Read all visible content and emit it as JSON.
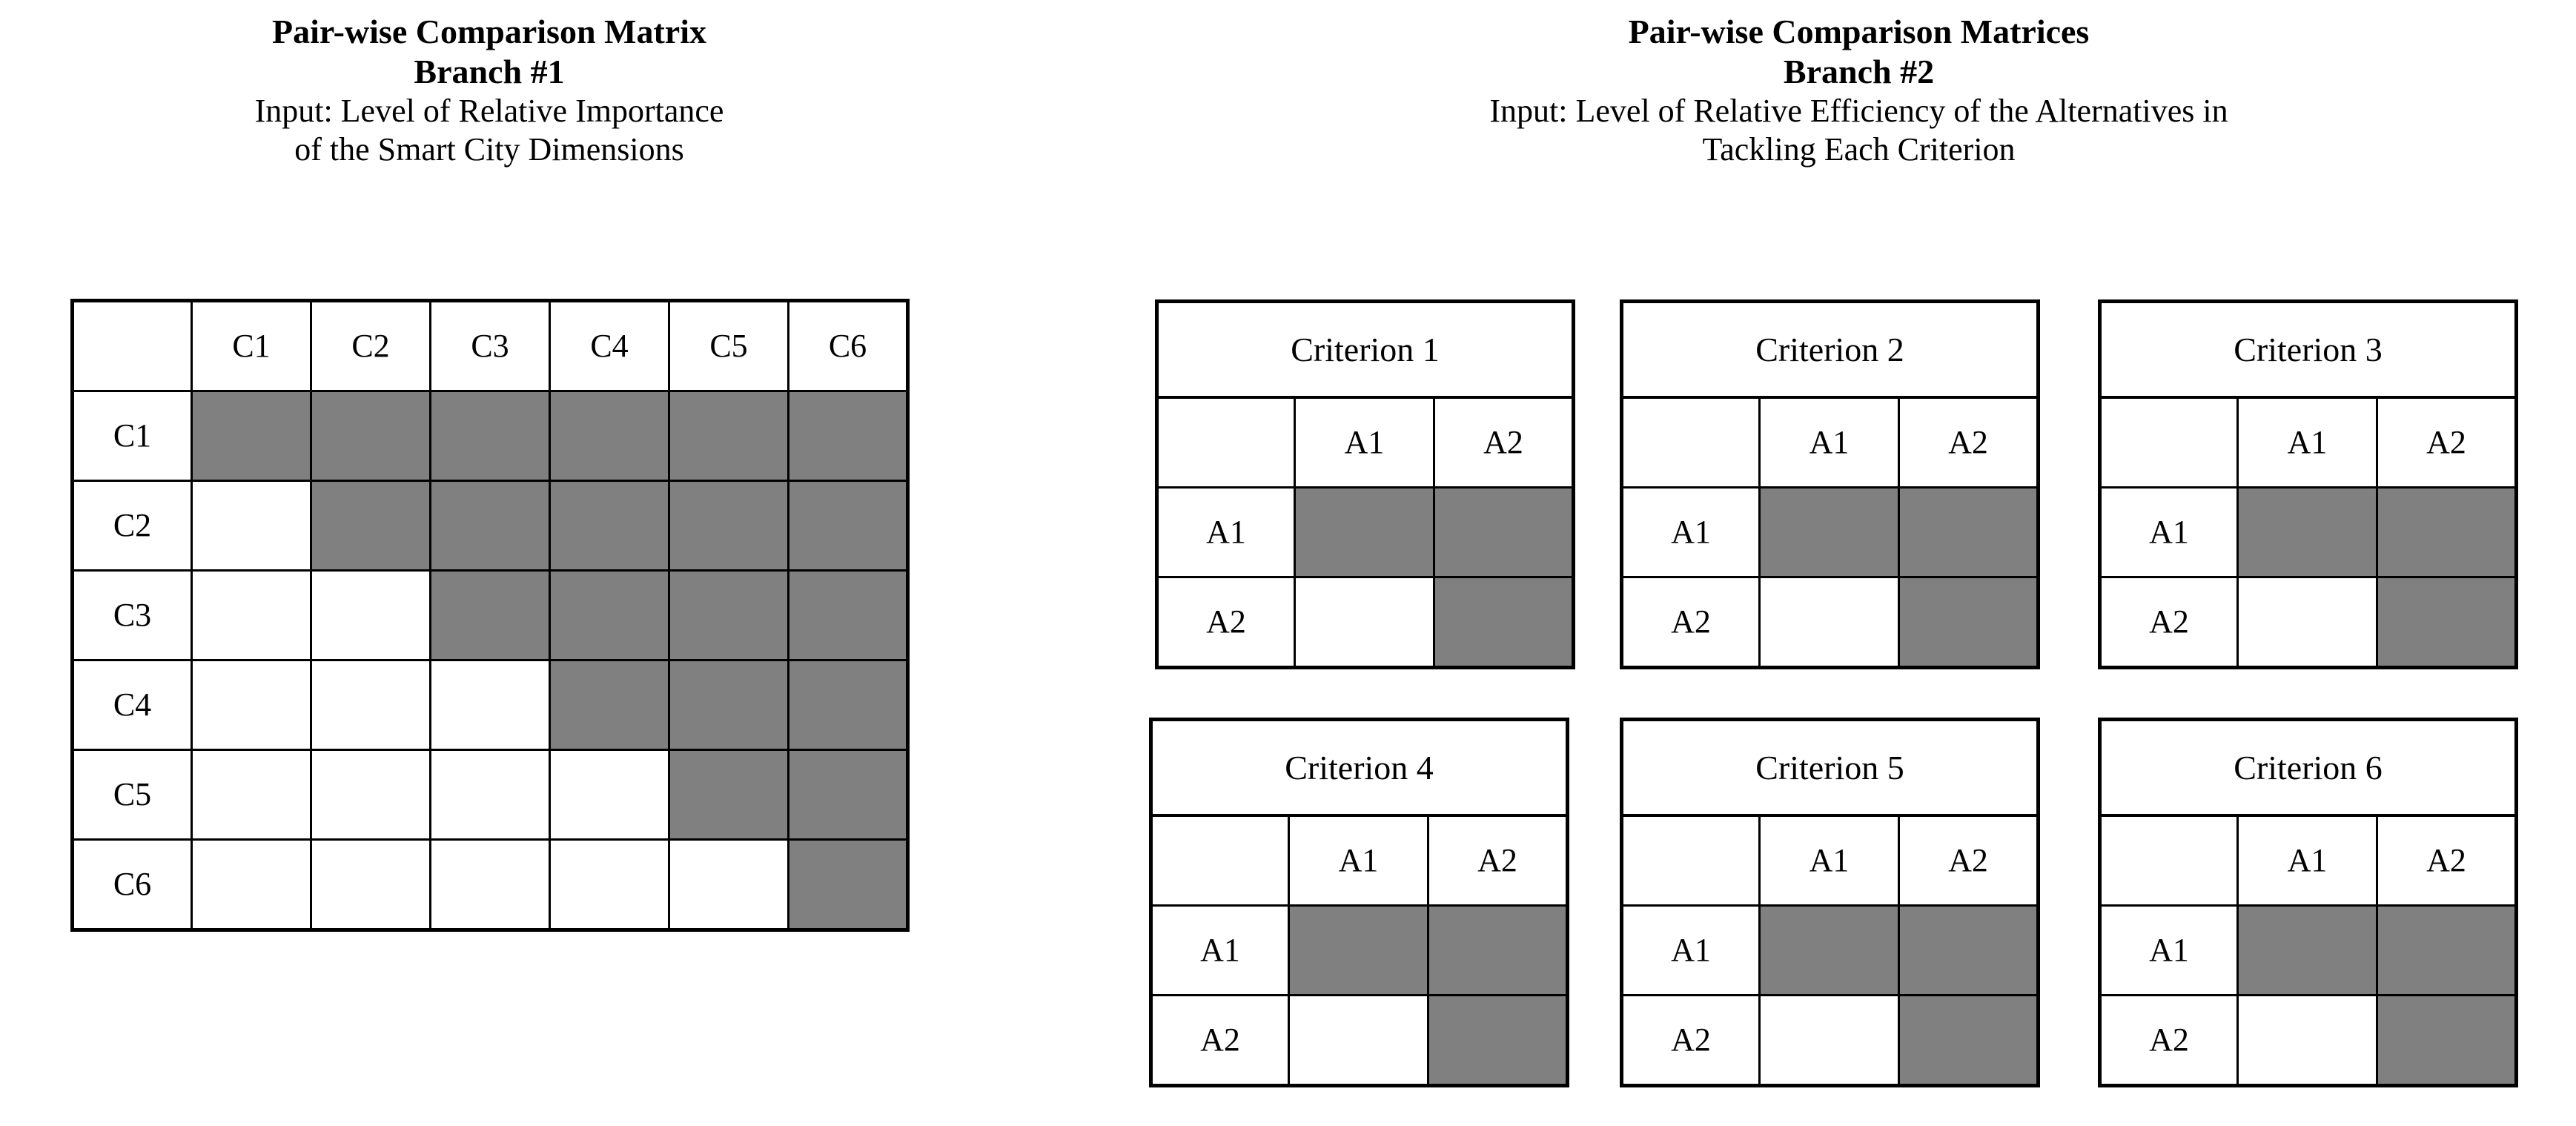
{
  "branch1": {
    "title_line1": "Pair-wise Comparison Matrix",
    "title_line2": "Branch #1",
    "subtitle_line1": "Input: Level of Relative Importance",
    "subtitle_line2": "of the Smart City Dimensions",
    "matrix": {
      "corner_label": "",
      "column_headers": [
        "C1",
        "C2",
        "C3",
        "C4",
        "C5",
        "C6"
      ],
      "row_headers": [
        "C1",
        "C2",
        "C3",
        "C4",
        "C5",
        "C6"
      ],
      "cells": [
        [
          "gray",
          "gray",
          "gray",
          "gray",
          "gray",
          "gray"
        ],
        [
          "white",
          "gray",
          "gray",
          "gray",
          "gray",
          "gray"
        ],
        [
          "white",
          "white",
          "gray",
          "gray",
          "gray",
          "gray"
        ],
        [
          "white",
          "white",
          "white",
          "gray",
          "gray",
          "gray"
        ],
        [
          "white",
          "white",
          "white",
          "white",
          "gray",
          "gray"
        ],
        [
          "white",
          "white",
          "white",
          "white",
          "white",
          "gray"
        ]
      ]
    }
  },
  "branch2": {
    "title_line1": "Pair-wise Comparison Matrices",
    "title_line2": "Branch #2",
    "subtitle_line1": "Input: Level of Relative Efficiency of the Alternatives in",
    "subtitle_line2": "Tackling Each Criterion",
    "criteria": [
      {
        "title": "Criterion 1",
        "corner_label": "",
        "column_headers": [
          "A1",
          "A2"
        ],
        "row_headers": [
          "A1",
          "A2"
        ],
        "cells": [
          [
            "gray",
            "gray"
          ],
          [
            "white",
            "gray"
          ]
        ]
      },
      {
        "title": "Criterion 2",
        "corner_label": "",
        "column_headers": [
          "A1",
          "A2"
        ],
        "row_headers": [
          "A1",
          "A2"
        ],
        "cells": [
          [
            "gray",
            "gray"
          ],
          [
            "white",
            "gray"
          ]
        ]
      },
      {
        "title": "Criterion 3",
        "corner_label": "",
        "column_headers": [
          "A1",
          "A2"
        ],
        "row_headers": [
          "A1",
          "A2"
        ],
        "cells": [
          [
            "gray",
            "gray"
          ],
          [
            "white",
            "gray"
          ]
        ]
      },
      {
        "title": "Criterion 4",
        "corner_label": "",
        "column_headers": [
          "A1",
          "A2"
        ],
        "row_headers": [
          "A1",
          "A2"
        ],
        "cells": [
          [
            "gray",
            "gray"
          ],
          [
            "white",
            "gray"
          ]
        ]
      },
      {
        "title": "Criterion 5",
        "corner_label": "",
        "column_headers": [
          "A1",
          "A2"
        ],
        "row_headers": [
          "A1",
          "A2"
        ],
        "cells": [
          [
            "gray",
            "gray"
          ],
          [
            "white",
            "gray"
          ]
        ]
      },
      {
        "title": "Criterion 6",
        "corner_label": "",
        "column_headers": [
          "A1",
          "A2"
        ],
        "row_headers": [
          "A1",
          "A2"
        ],
        "cells": [
          [
            "gray",
            "gray"
          ],
          [
            "white",
            "gray"
          ]
        ]
      }
    ]
  },
  "colors": {
    "shaded_cell": "#808080",
    "empty_cell": "#ffffff",
    "border": "#000000",
    "text": "#000000"
  }
}
